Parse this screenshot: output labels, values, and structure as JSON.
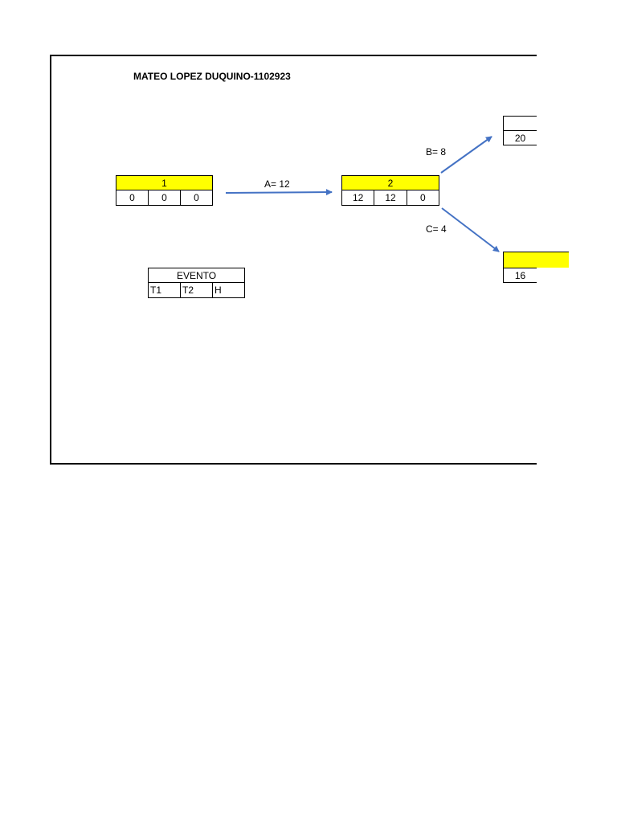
{
  "title": "MATEO LOPEZ DUQUINO-1102923",
  "nodes": {
    "n1": {
      "label": "1",
      "t1": "0",
      "t2": "0",
      "h": "0"
    },
    "n2": {
      "label": "2",
      "t1": "12",
      "t2": "12",
      "h": "0"
    },
    "n3": {
      "t1": "20"
    },
    "n4": {
      "t1": "16"
    }
  },
  "activities": {
    "a": "A= 12",
    "b": "B= 8",
    "c": "C= 4"
  },
  "legend": {
    "header": "EVENTO",
    "t1": "T1",
    "t2": "T2",
    "h": "H"
  },
  "colors": {
    "node_fill": "#ffff00",
    "arrow": "#4472c4"
  }
}
